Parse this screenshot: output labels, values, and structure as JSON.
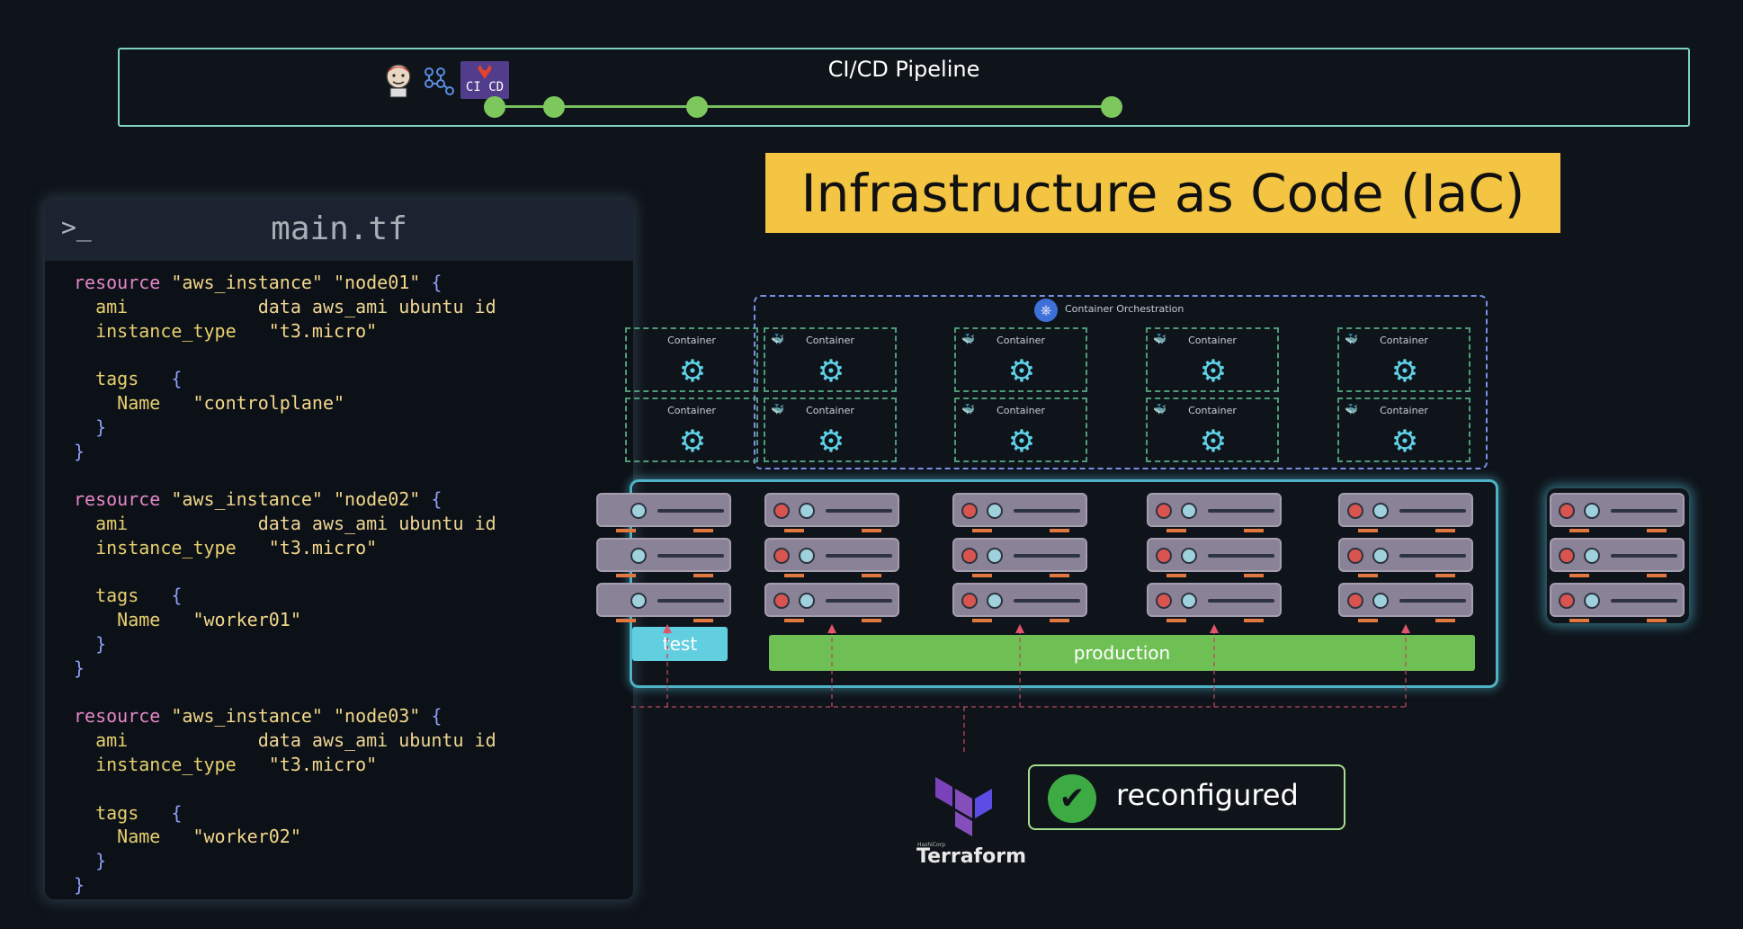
{
  "pipeline": {
    "title": "CI/CD Pipeline",
    "icons": [
      "jenkins-icon",
      "workflow-icon",
      "gitlab-ci-icon"
    ],
    "ci_badge": "CI CD",
    "stage_count": 4
  },
  "banner": {
    "title": "Infrastructure as Code (IaC)"
  },
  "code": {
    "prompt": ">_",
    "filename": "main.tf",
    "resources": [
      {
        "keyword": "resource",
        "type": "\"aws_instance\"",
        "name": "\"node01\"",
        "ami_key": "ami",
        "ami_val": "data aws_ami ubuntu id",
        "itype_key": "instance_type",
        "itype_val": "\"t3.micro\"",
        "tags_key": "tags",
        "tag_name_key": "Name",
        "tag_name_val": "\"controlplane\""
      },
      {
        "keyword": "resource",
        "type": "\"aws_instance\"",
        "name": "\"node02\"",
        "ami_key": "ami",
        "ami_val": "data aws_ami ubuntu id",
        "itype_key": "instance_type",
        "itype_val": "\"t3.micro\"",
        "tags_key": "tags",
        "tag_name_key": "Name",
        "tag_name_val": "\"worker01\""
      },
      {
        "keyword": "resource",
        "type": "\"aws_instance\"",
        "name": "\"node03\"",
        "ami_key": "ami",
        "ami_val": "data aws_ami ubuntu id",
        "itype_key": "instance_type",
        "itype_val": "\"t3.micro\"",
        "tags_key": "tags",
        "tag_name_key": "Name",
        "tag_name_val": "\"worker02\""
      }
    ]
  },
  "orchestration": {
    "label": "Container Orchestration",
    "container_label": "Container"
  },
  "environments": {
    "test": "test",
    "production": "production"
  },
  "terraform": {
    "brand": "Terraform",
    "company": "HashiCorp"
  },
  "status": {
    "text": "reconfigured"
  },
  "colors": {
    "banner": "#f4c542",
    "production": "#6ec055",
    "test": "#62cfe0",
    "pipeline_dot": "#7cc85d"
  }
}
